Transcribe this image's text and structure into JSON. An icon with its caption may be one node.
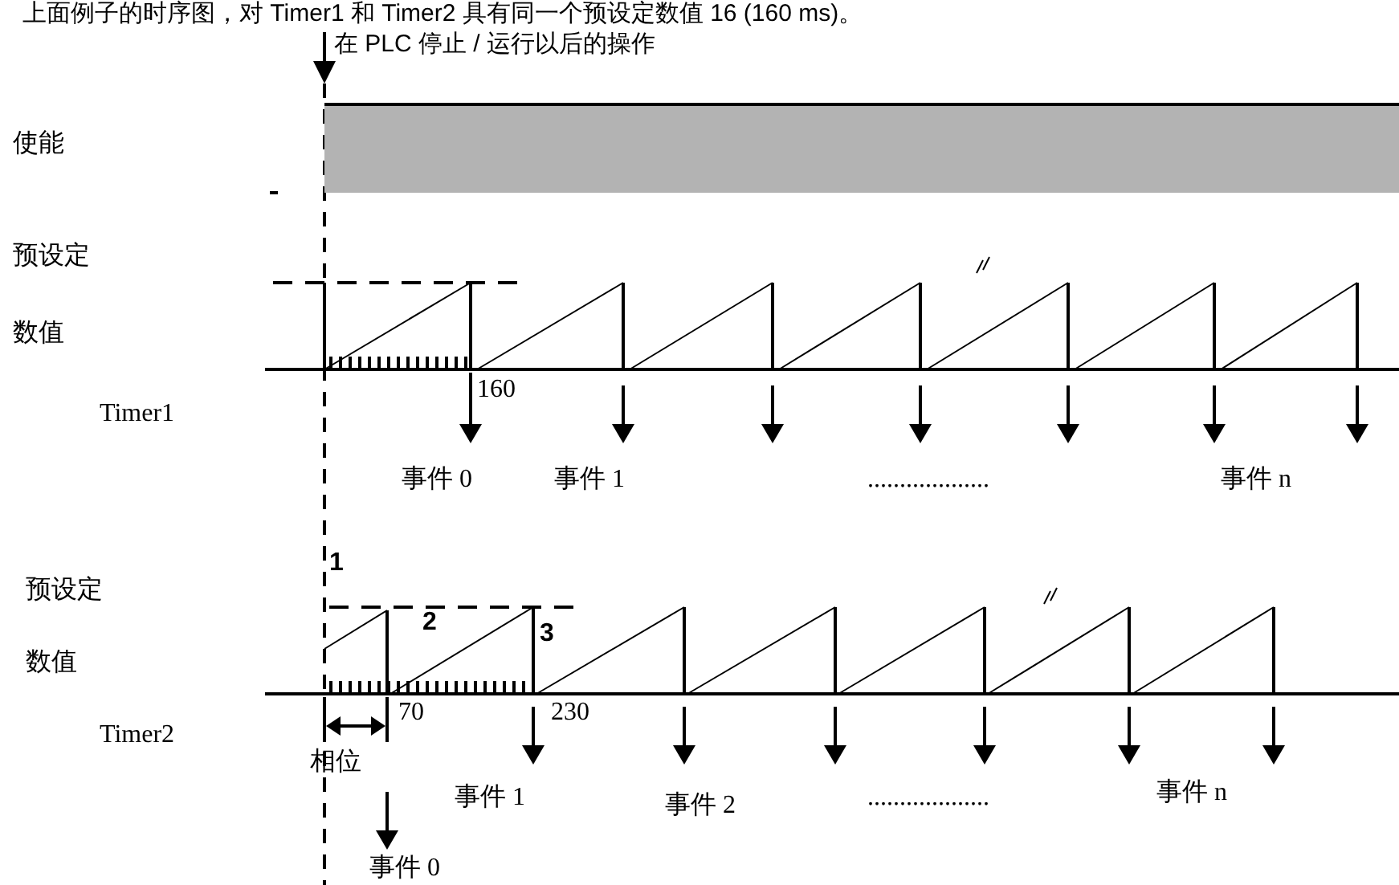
{
  "diagram": {
    "title": "上面例子的时序图，对 Timer1 和 Timer2 具有同一个预设定数值 16 (160 ms)。",
    "labels": [
      "在 PLC 停止 / 运行以后的操作",
      "使能",
      "预设定",
      "数值",
      "Timer1",
      "160",
      "事件 0",
      "事件 1",
      "...................",
      "事件 n",
      "1",
      "预设定",
      "2",
      "3",
      "数值",
      "Timer2",
      "70",
      "230",
      "相位",
      "事件 1",
      "事件 2",
      "...................",
      "事件 n",
      "事件 0"
    ]
  }
}
